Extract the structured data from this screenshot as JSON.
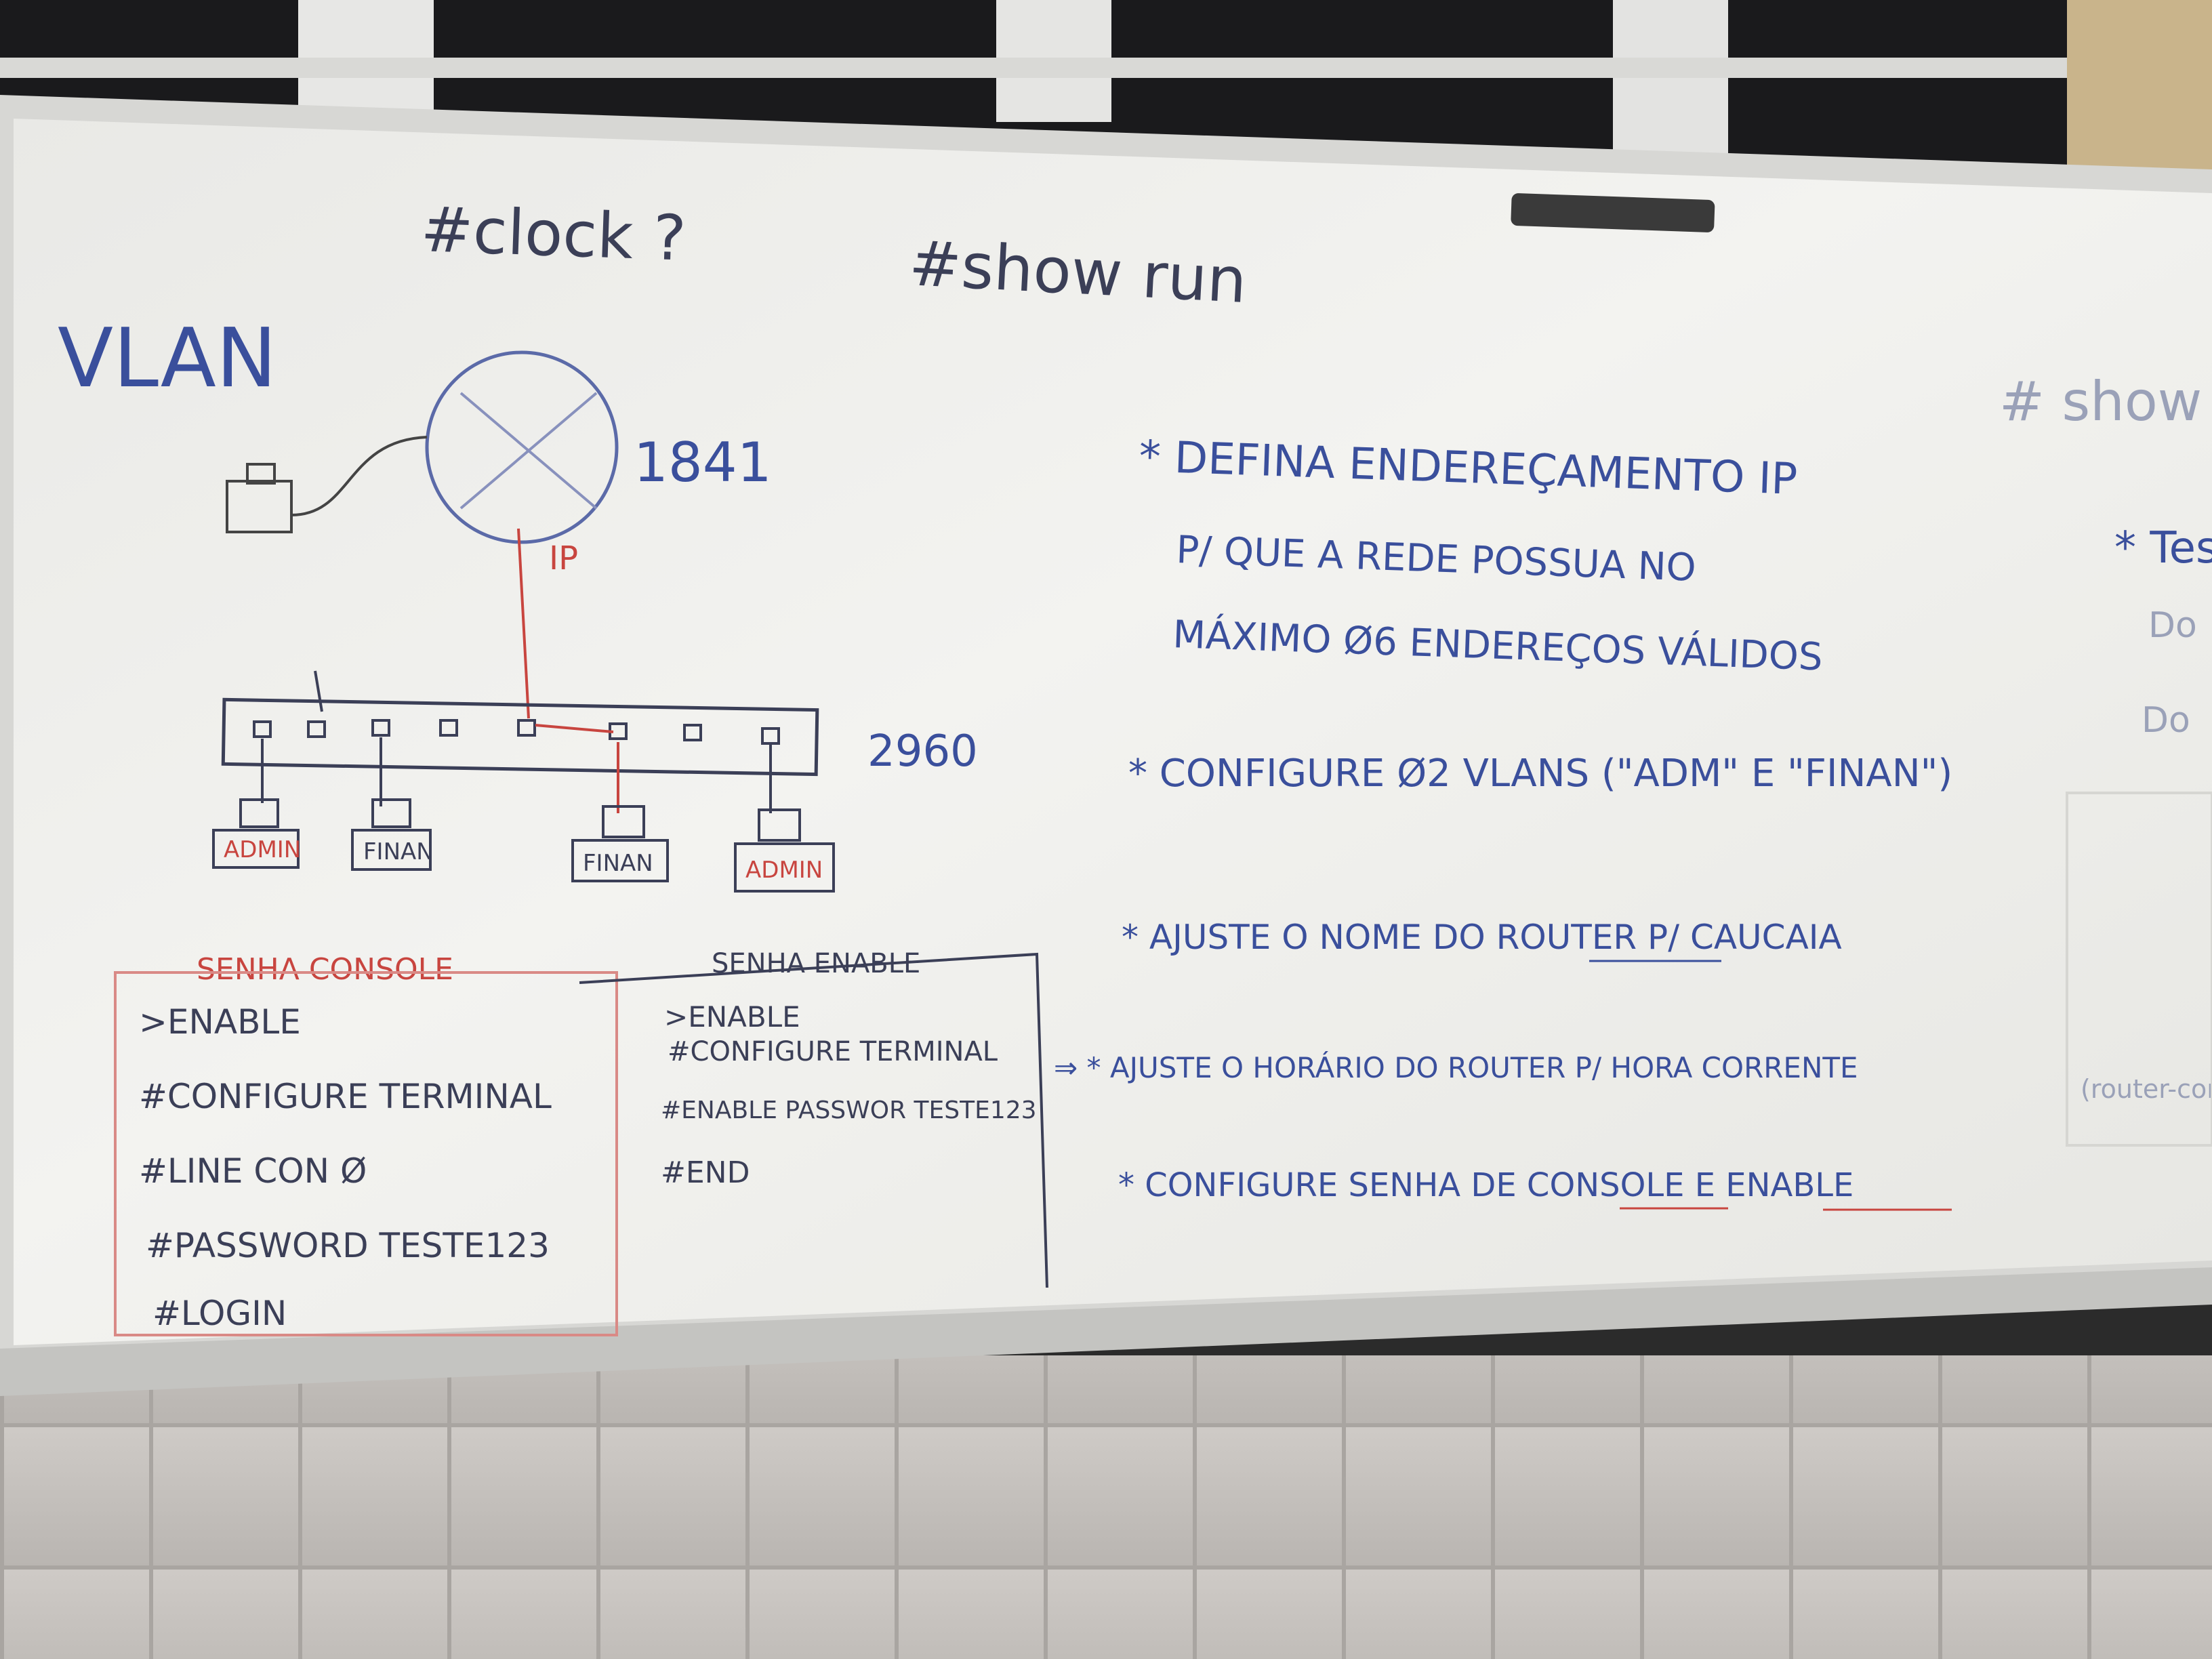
{
  "colors": {
    "marker_blue": "#3a4f9c",
    "marker_dark": "#3b3f57",
    "marker_red": "#c8453f",
    "board": "#eeeeea",
    "tile_wall": "#cfcdcb"
  },
  "board": {
    "top_commands": [
      "#clock ?",
      "#show run"
    ],
    "left_heading": "VLAN",
    "right_edge_fragments": [
      "# show",
      "* Tes",
      "Do",
      "Do",
      "(router-conf"
    ]
  },
  "diagram": {
    "router_model": "1841",
    "ip_label": "IP",
    "switch_model": "2960",
    "hosts": [
      "ADMIN",
      "FINAN",
      "FINAN",
      "ADMIN"
    ]
  },
  "console_box": {
    "title": "SENHA CONSOLE",
    "lines": [
      ">ENABLE",
      "#CONFIGURE TERMINAL",
      "#LINE CON Ø",
      "#PASSWORD TESTE123",
      "#LOGIN"
    ]
  },
  "enable_box": {
    "title": "SENHA ENABLE",
    "lines": [
      ">ENABLE",
      "#CONFIGURE TERMINAL",
      "#ENABLE PASSWOR TESTE123",
      "#END"
    ]
  },
  "tasks": [
    {
      "lines": [
        "* DEFINA ENDEREÇAMENTO IP",
        "P/ QUE A REDE POSSUA NO",
        "MÁXIMO Ø6 ENDEREÇOS VÁLIDOS"
      ]
    },
    {
      "lines": [
        "* CONFIGURE Ø2 VLANS (\"ADM\" E \"FINAN\")"
      ]
    },
    {
      "lines": [
        "* AJUSTE O NOME DO ROUTER P/ CAUCAIA"
      ]
    },
    {
      "lines": [
        "⇒ * AJUSTE O HORÁRIO DO ROUTER P/ HORA CORRENTE"
      ]
    },
    {
      "lines": [
        "* CONFIGURE SENHA DE CONSOLE E ENABLE"
      ]
    }
  ]
}
